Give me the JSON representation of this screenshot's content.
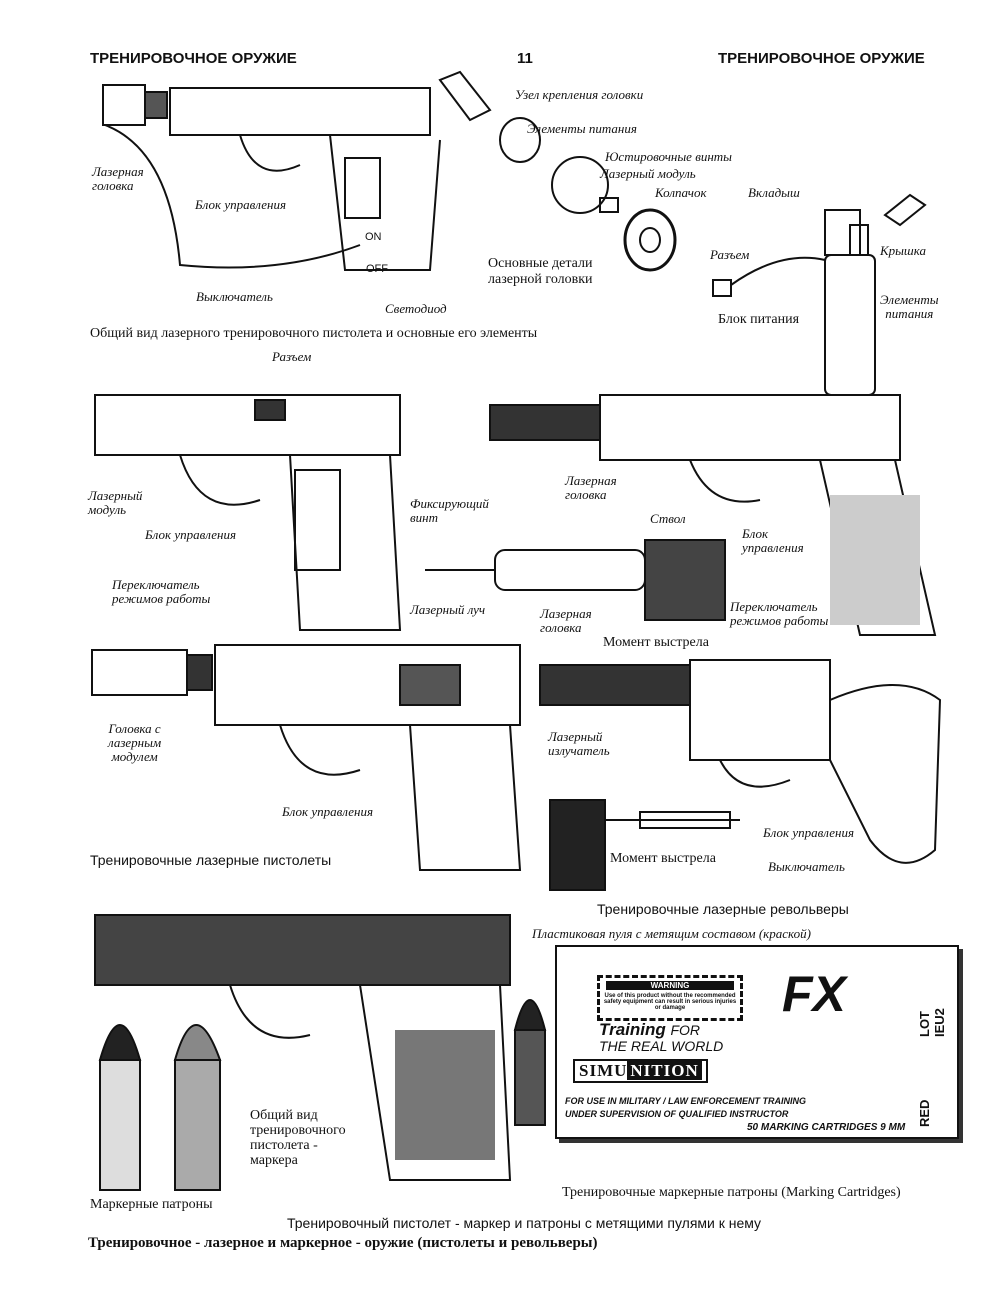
{
  "header": {
    "left": "ТРЕНИРОВОЧНОЕ ОРУЖИЕ",
    "page_number": "11",
    "right": "ТРЕНИРОВОЧНОЕ ОРУЖИЕ"
  },
  "section1": {
    "laser_head": [
      "Лазерная",
      "головка"
    ],
    "control_unit": "Блок управления",
    "on": "ON",
    "off": "OFF",
    "switch": "Выключатель",
    "led": "Светодиод",
    "head_mount": "Узел крепления головки",
    "power_elements": "Элементы питания",
    "adjust_screws": "Юстировочные винты",
    "laser_module": "Лазерный модуль",
    "cap": "Колпачок",
    "head_parts": [
      "Основные детали",
      "лазерной головки"
    ],
    "insert": "Вкладыш",
    "lid": "Крышка",
    "connector": "Разъем",
    "power_unit": "Блок питания",
    "power_elements2": [
      "Элементы",
      "питания"
    ],
    "caption": "Общий вид лазерного тренировочного пистолета и основные его элементы"
  },
  "section2": {
    "connector": "Разъем",
    "laser_module": [
      "Лазерный",
      "модуль"
    ],
    "fix_screw": [
      "Фиксирующий",
      "винт"
    ],
    "control_unit": "Блок управления",
    "mode_switch": [
      "Переключатель",
      "режимов работы"
    ],
    "laser_head": [
      "Лазерная",
      "головка"
    ],
    "barrel": "Ствол",
    "control_unit2": [
      "Блок",
      "управления"
    ],
    "laser_beam": "Лазерный луч",
    "laser_head2": [
      "Лазерная",
      "головка"
    ],
    "mode_switch2": [
      "Переключатель",
      "режимов работы"
    ],
    "shot_moment": "Момент выстрела"
  },
  "section3": {
    "head_with_module": [
      "Головка с",
      "лазерным",
      "модулем"
    ],
    "control_unit": "Блок управления",
    "pistols_caption": "Тренировочные лазерные пистолеты",
    "laser_emitter": [
      "Лазерный",
      "излучатель"
    ],
    "control_unit2": "Блок управления",
    "shot_moment": "Момент выстрела",
    "switch": "Выключатель",
    "revolvers_caption": "Тренировочные лазерные револьверы"
  },
  "section4": {
    "plastic_bullet": "Пластиковая пуля с метящим составом (краской)",
    "marker_pistol": [
      "Общий вид",
      "тренировочного",
      "пистолета -",
      "маркера"
    ],
    "marker_cartridges": "Маркерные патроны",
    "box_caption": "Тренировочные маркерные патроны (Marking Cartridges)",
    "box": {
      "warning": "WARNING",
      "warning_text": "Use of this product without the recommended safety equipment can result in serious injuries or damage",
      "brand": "FX",
      "training": "Training",
      "for": "FOR",
      "real_world": "THE REAL WORLD",
      "simu": "SIMU",
      "nition": "NITION",
      "use_line1": "FOR USE IN MILITARY / LAW ENFORCEMENT TRAINING",
      "use_line2": "UNDER SUPERVISION OF QUALIFIED INSTRUCTOR",
      "count": "50 MARKING CARTRIDGES 9 MM",
      "lot": "LOT IEU2",
      "color": "RED"
    }
  },
  "footer": {
    "subcaption": "Тренировочный пистолет - маркер и патроны с метящими пулями к нему",
    "title": "Тренировочное - лазерное и маркерное - оружие (пистолеты и револьверы)"
  }
}
